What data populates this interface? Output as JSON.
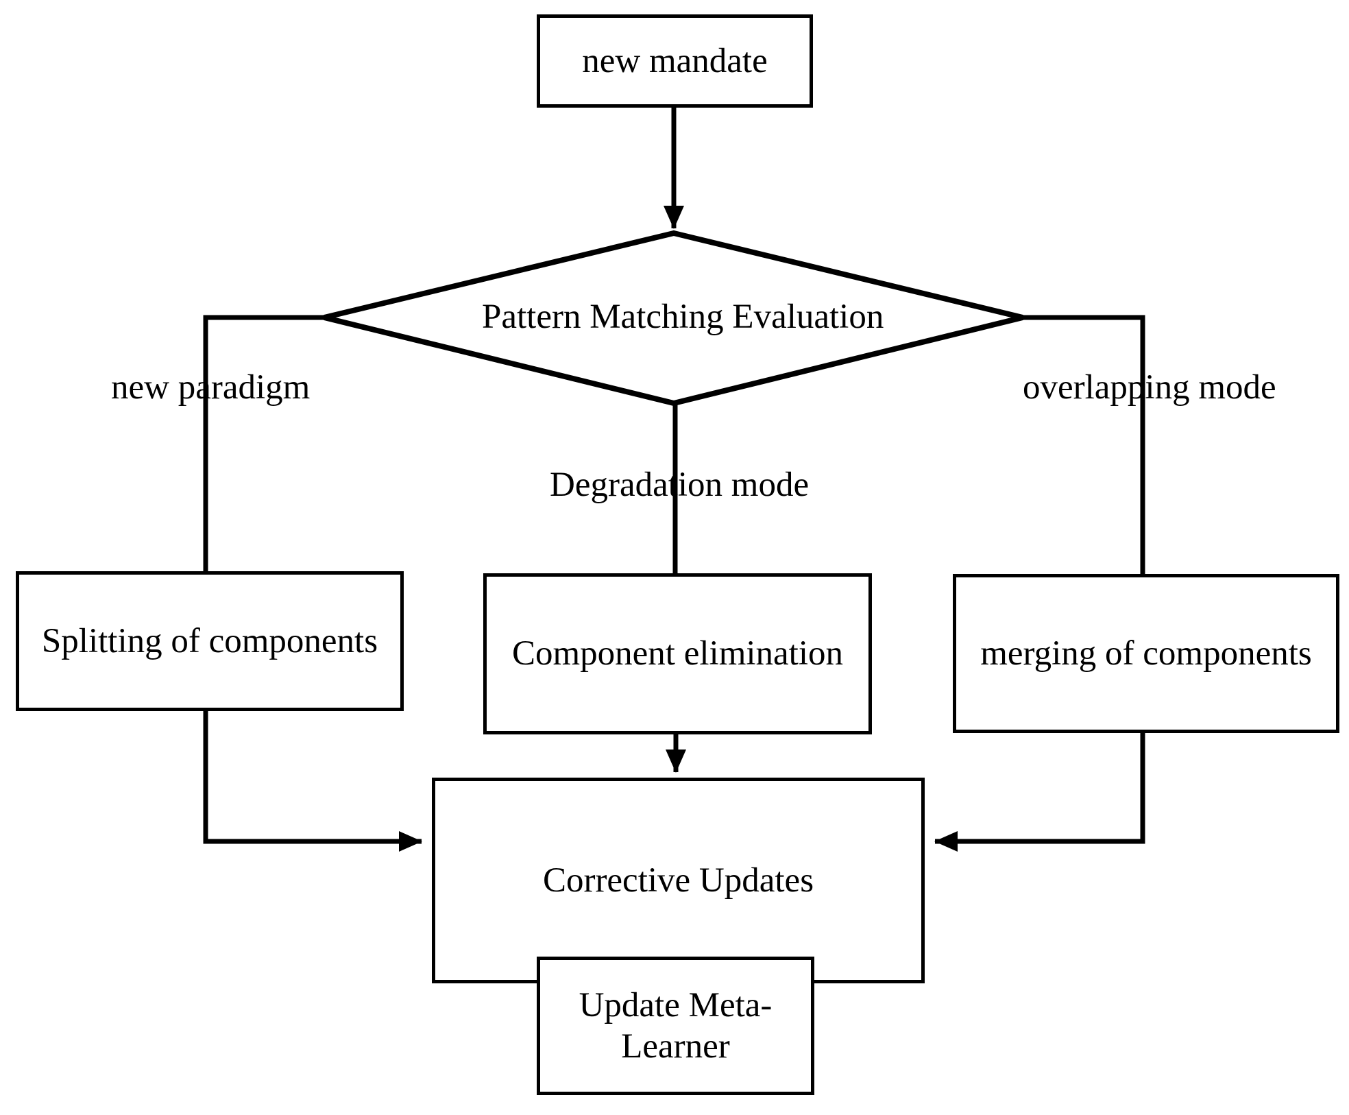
{
  "diagram": {
    "title": "Adaptive model restructuring flowchart",
    "type": "flowchart",
    "background_color": "#ffffff",
    "stroke_color": "#000000",
    "text_color": "#000000",
    "nodes": [
      {
        "id": "new_mandate",
        "label": "new mandate",
        "shape": "rectangle"
      },
      {
        "id": "pattern_match",
        "label": "Pattern Matching Evaluation",
        "shape": "diamond"
      },
      {
        "id": "splitting",
        "label": "Splitting of components",
        "shape": "rectangle"
      },
      {
        "id": "elimination",
        "label": "Component elimination",
        "shape": "rectangle"
      },
      {
        "id": "merging",
        "label": "merging of components",
        "shape": "rectangle"
      },
      {
        "id": "corrective",
        "label": "Corrective Updates",
        "shape": "rectangle"
      },
      {
        "id": "update_meta",
        "label": "Update Meta-\nLearner",
        "shape": "rectangle"
      }
    ],
    "node_labels": {
      "new_mandate": "new mandate",
      "pattern_match": "Pattern Matching Evaluation",
      "splitting": "Splitting of components",
      "elimination": "Component elimination",
      "merging": "merging of components",
      "corrective": "Corrective Updates",
      "update_meta_line1": "Update Meta-",
      "update_meta_line2": "Learner"
    },
    "edge_labels": {
      "new_paradigm": "new paradigm",
      "degradation_mode": "Degradation mode",
      "overlapping_mode": "overlapping mode"
    },
    "edges": [
      {
        "from": "new_mandate",
        "to": "pattern_match",
        "label": "",
        "arrow": true
      },
      {
        "from": "pattern_match",
        "to": "splitting",
        "label": "new paradigm",
        "arrow": false
      },
      {
        "from": "pattern_match",
        "to": "elimination",
        "label": "Degradation mode",
        "arrow": false
      },
      {
        "from": "pattern_match",
        "to": "merging",
        "label": "overlapping mode",
        "arrow": false
      },
      {
        "from": "splitting",
        "to": "corrective",
        "label": "",
        "arrow": true
      },
      {
        "from": "elimination",
        "to": "corrective",
        "label": "",
        "arrow": true
      },
      {
        "from": "merging",
        "to": "corrective",
        "label": "",
        "arrow": true
      },
      {
        "from": "corrective",
        "to": "update_meta",
        "label": "",
        "arrow": true
      }
    ]
  }
}
